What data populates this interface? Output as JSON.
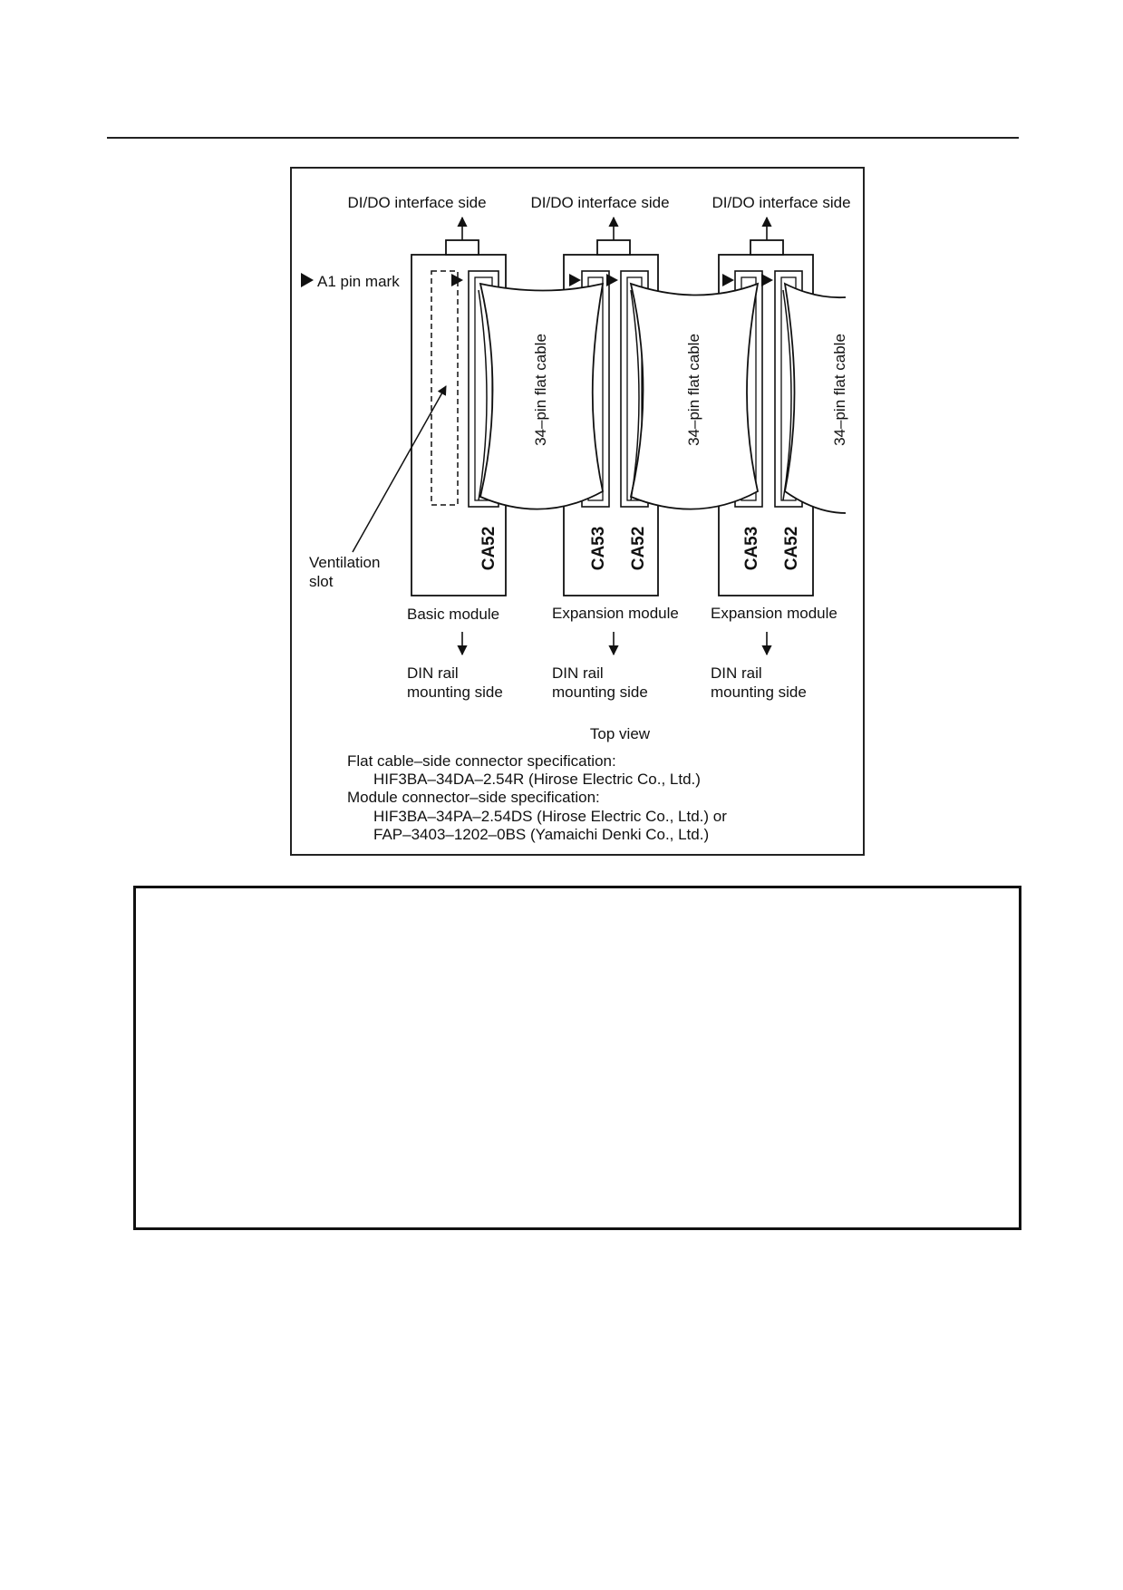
{
  "diagram": {
    "interface_side_label": "DI/DO interface side",
    "a1_pin_mark_label": "A1 pin mark",
    "ventilation_slot_label": [
      "Ventilation",
      "slot"
    ],
    "cable_label": "34–pin flat cable",
    "connector_ca52": "CA52",
    "connector_ca53": "CA53",
    "modules": [
      {
        "name": "Basic module"
      },
      {
        "name": "Expansion module"
      },
      {
        "name": "Expansion module"
      }
    ],
    "din_rail_label": [
      "DIN rail",
      "mounting side"
    ],
    "view_label": "Top view",
    "spec_lines": [
      "Flat cable–side connector specification:",
      "HIF3BA–34DA–2.54R (Hirose Electric Co., Ltd.)",
      "Module connector–side specification:",
      "HIF3BA–34PA–2.54DS (Hirose Electric Co., Ltd.) or",
      "FAP–3403–1202–0BS (Yamaichi Denki Co., Ltd.)"
    ]
  }
}
